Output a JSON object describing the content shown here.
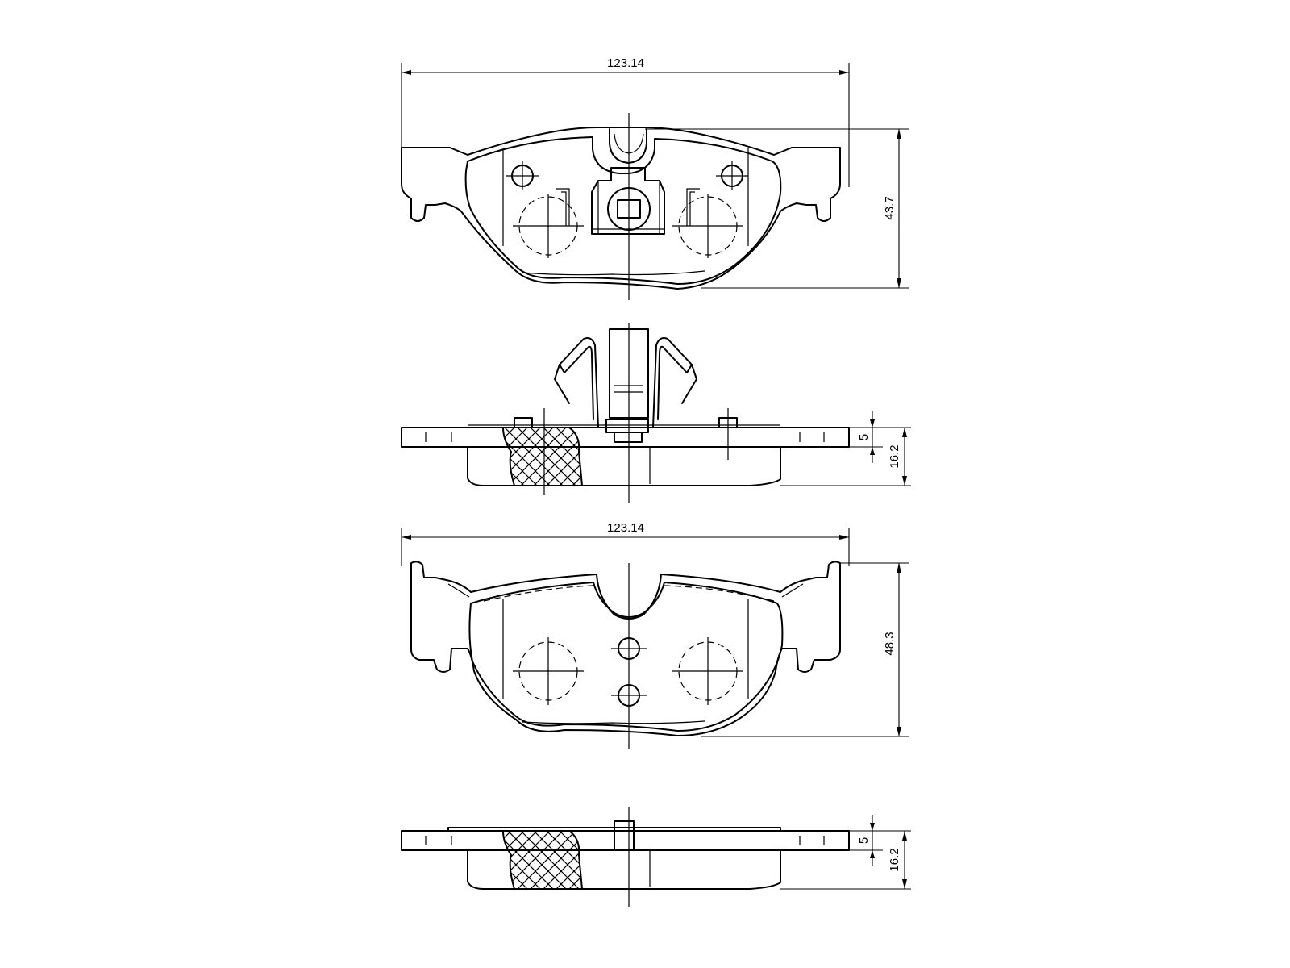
{
  "dimensions": {
    "width_top": "123.14",
    "height_top": "43.7",
    "backing_thickness_1": "5",
    "total_thickness_1": "16.2",
    "width_bottom": "123.14",
    "height_bottom": "48.3",
    "backing_thickness_2": "5",
    "total_thickness_2": "16.2"
  }
}
